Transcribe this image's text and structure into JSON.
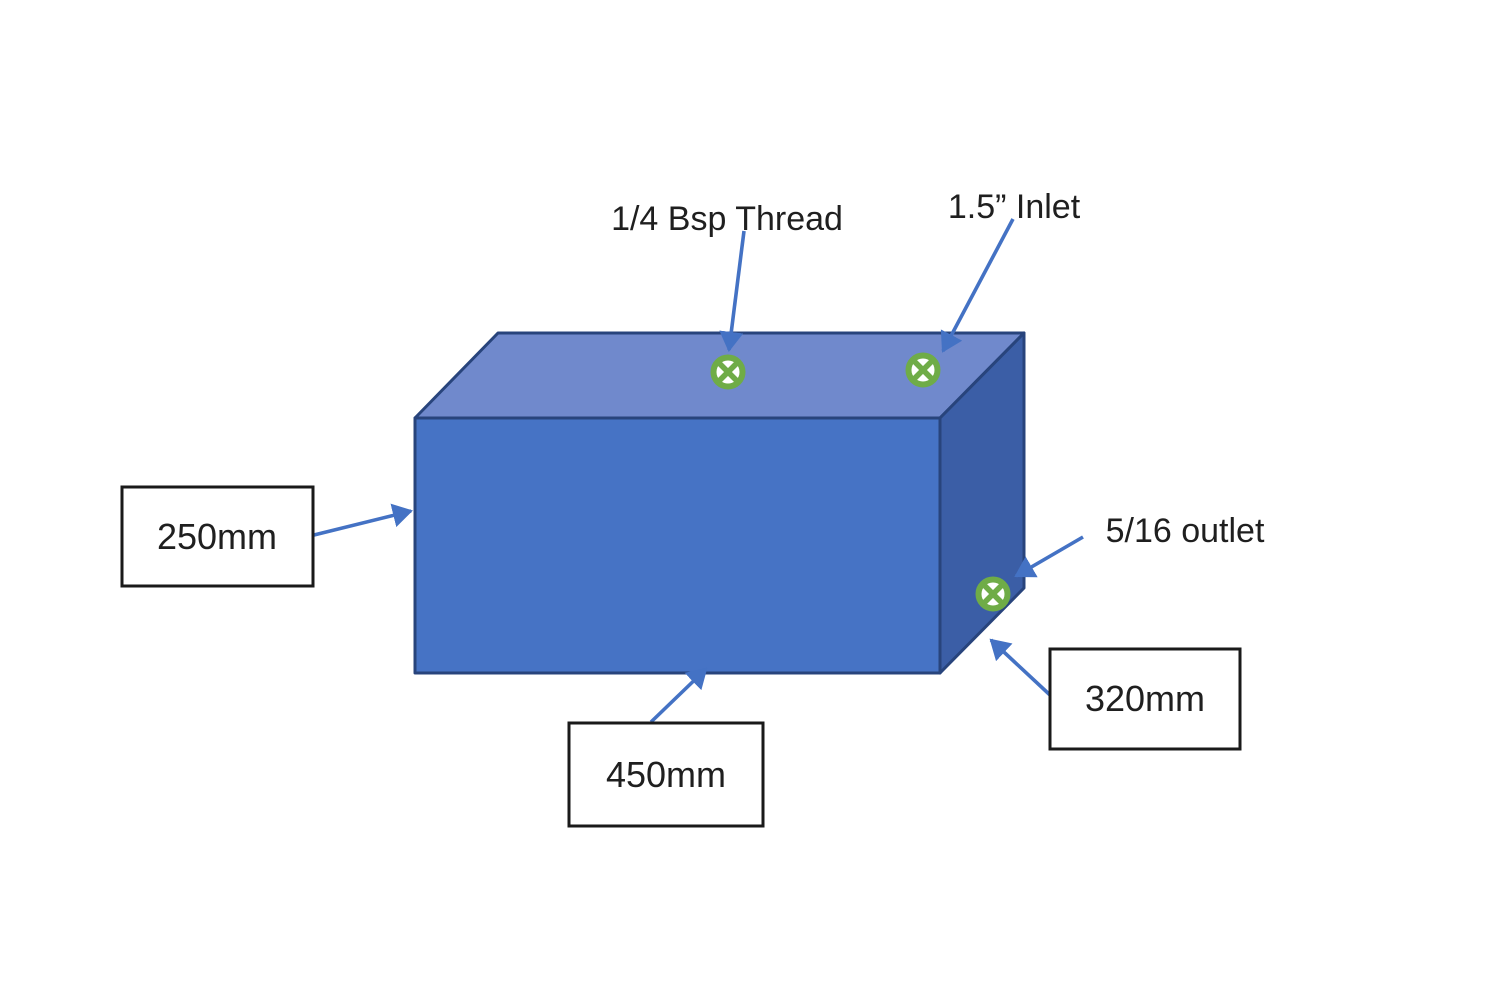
{
  "page": {
    "background": "#ffffff"
  },
  "colors": {
    "tank_front": "#4673C5",
    "tank_top": "#7089CC",
    "tank_side": "#3B5EA6",
    "tank_edge": "#28447C",
    "arrow": "#4472C4",
    "port_ring": "#6FAC47",
    "port_fill": "#ffffff",
    "label_box_border": "#1a1a1a",
    "label_box_fill": "#ffffff",
    "text": "#1f1f1f"
  },
  "annotations": {
    "bsp_thread": "1/4 Bsp Thread",
    "inlet": "1.5” Inlet",
    "outlet": "5/16 outlet"
  },
  "dimensions": {
    "height": "250mm",
    "length": "450mm",
    "depth": "320mm"
  },
  "icons": {
    "port_marker": "circled-x-icon"
  }
}
